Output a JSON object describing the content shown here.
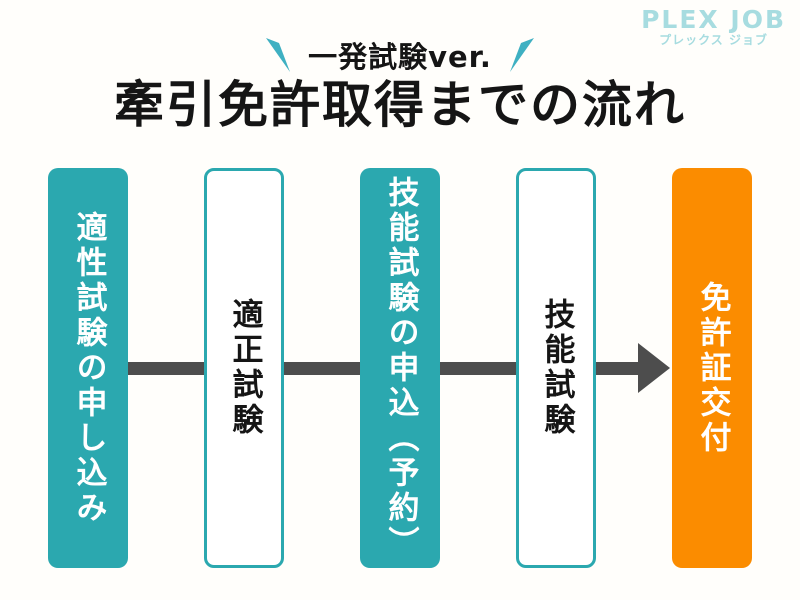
{
  "logo": {
    "name": "PLEX JOB",
    "subname": "プレックス ジョブ",
    "color": "#A7DCE0"
  },
  "header": {
    "badge": "一発試験ver.",
    "title": "牽引免許取得までの流れ",
    "accent_color": "#3FB0C2",
    "text_color": "#151515"
  },
  "flow": {
    "arrow_color": "#4D4D4D",
    "teal_color": "#2BA8AF",
    "orange_color": "#FB8C00",
    "steps": [
      {
        "label": "適性試験の申し込み",
        "style": "filled-teal"
      },
      {
        "label": "適正試験",
        "style": "outline-teal"
      },
      {
        "label": "技能試験の申込（予約）",
        "style": "filled-teal"
      },
      {
        "label": "技能試験",
        "style": "outline-teal"
      },
      {
        "label": "免許証交付",
        "style": "filled-orange"
      }
    ]
  }
}
